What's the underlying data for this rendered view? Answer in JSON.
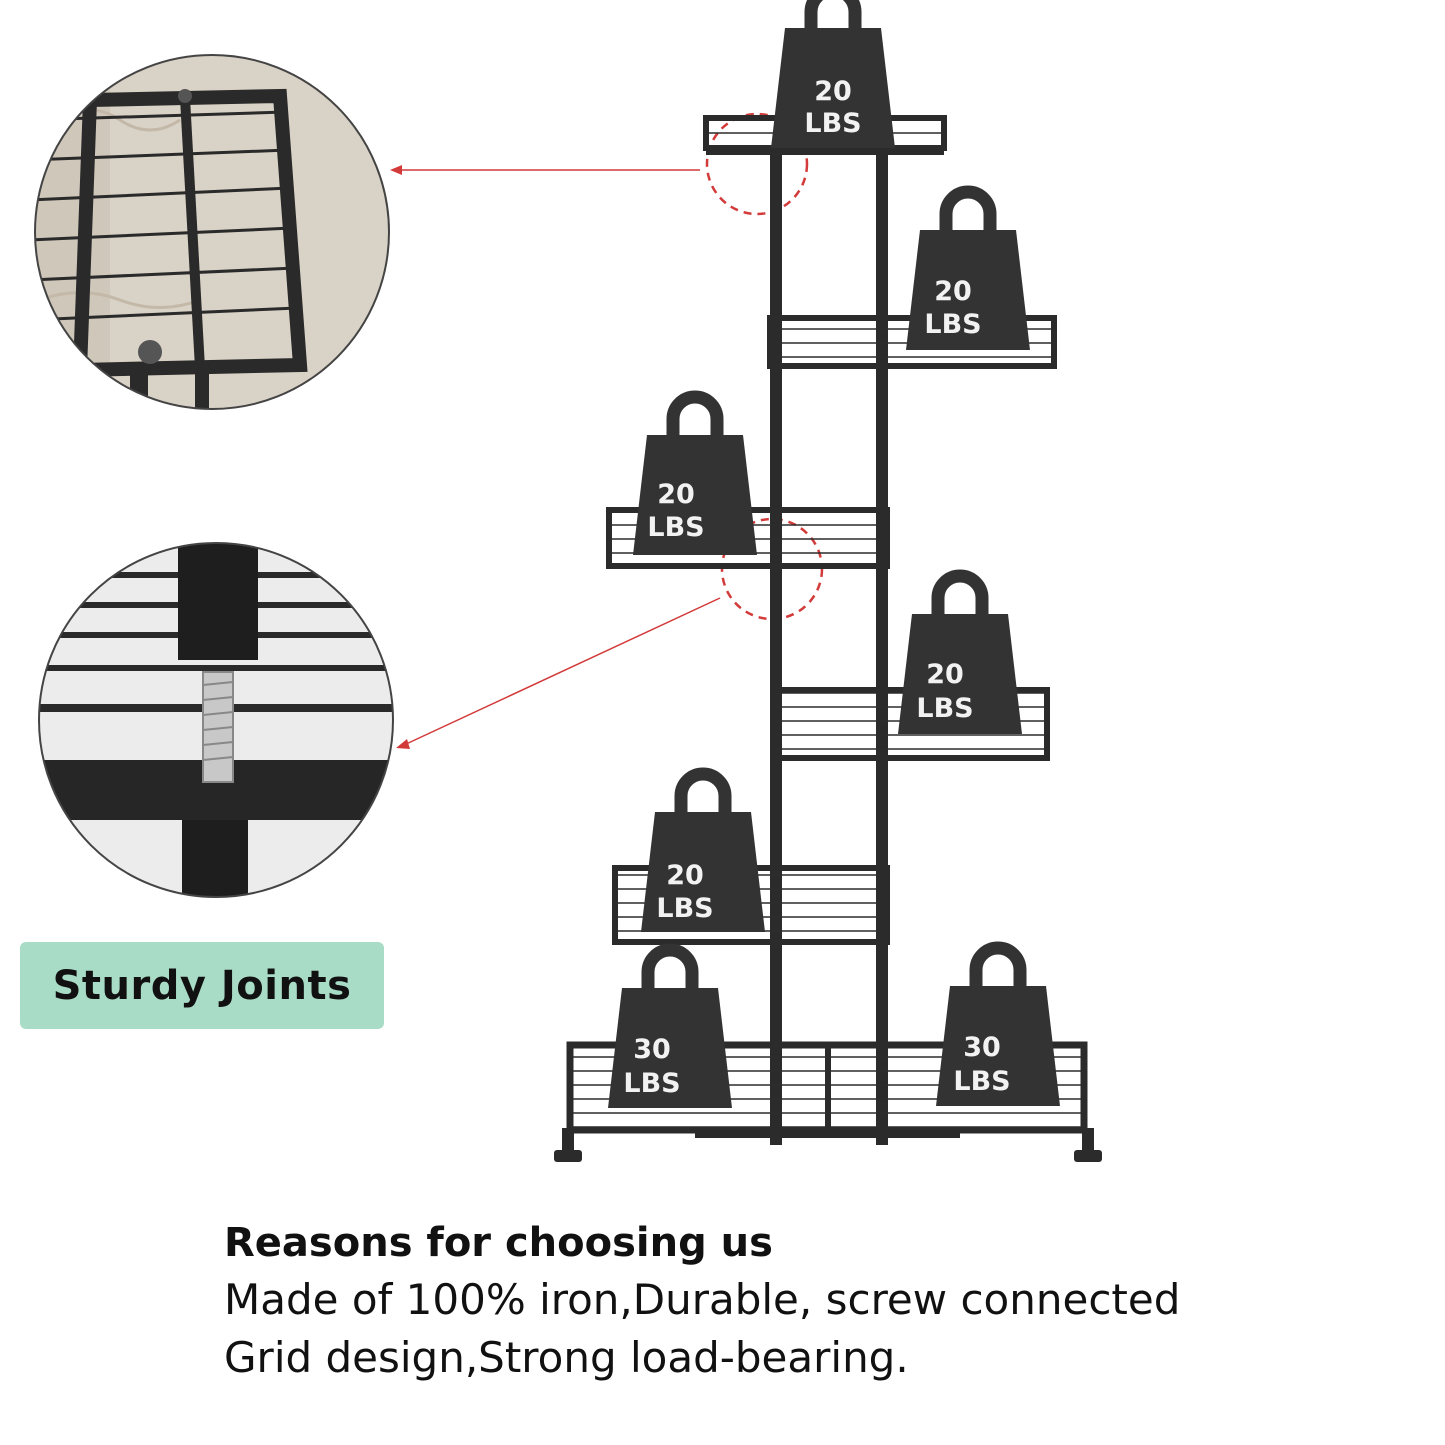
{
  "badge": {
    "text": "Sturdy Joints",
    "color": "#a9dcc6"
  },
  "weights": [
    {
      "number": "20",
      "unit": "LBS"
    },
    {
      "number": "20",
      "unit": "LBS"
    },
    {
      "number": "20",
      "unit": "LBS"
    },
    {
      "number": "20",
      "unit": "LBS"
    },
    {
      "number": "20",
      "unit": "LBS"
    },
    {
      "number": "30",
      "unit": "LBS"
    },
    {
      "number": "30",
      "unit": "LBS"
    }
  ],
  "reasons": {
    "heading": "Reasons for choosing us",
    "line1": "Made of 100% iron,Durable, screw connected",
    "line2": "Grid design,Strong load-bearing."
  },
  "colors": {
    "frame": "#2b2b2b",
    "weight": "#333333",
    "callout": "#d33a3a"
  }
}
